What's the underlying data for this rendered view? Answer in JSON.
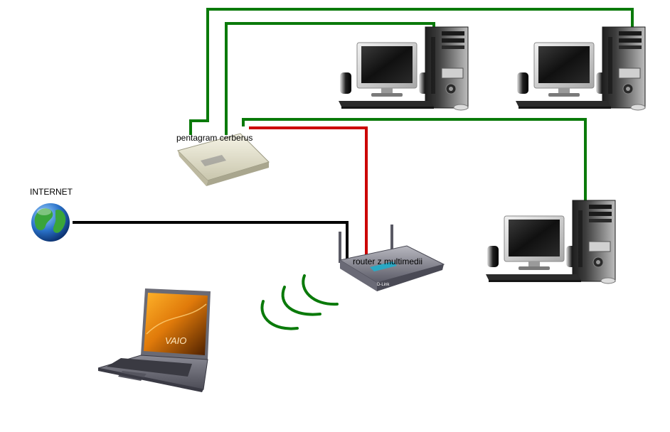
{
  "diagram": {
    "nodes": {
      "internet": {
        "label": "INTERNET",
        "icon": "globe-icon"
      },
      "firewall": {
        "label": "pentagram cerberus",
        "icon": "modem-icon"
      },
      "router": {
        "label": "router z multimedii",
        "icon": "wireless-router-icon"
      },
      "laptop": {
        "label": "",
        "icon": "laptop-icon",
        "brand": "VAIO"
      },
      "desktop_1": {
        "label": "",
        "icon": "desktop-computer-icon"
      },
      "desktop_2": {
        "label": "",
        "icon": "desktop-computer-icon"
      },
      "desktop_3": {
        "label": "",
        "icon": "desktop-computer-icon"
      }
    },
    "links": [
      {
        "from": "internet",
        "to": "router",
        "color": "#000000"
      },
      {
        "from": "firewall",
        "to": "router",
        "color": "#cc0000"
      },
      {
        "from": "firewall",
        "to": "desktop_1",
        "color": "#008000"
      },
      {
        "from": "firewall",
        "to": "desktop_2",
        "color": "#008000"
      },
      {
        "from": "firewall",
        "to": "desktop_3",
        "color": "#008000"
      },
      {
        "from": "router",
        "to": "laptop",
        "color": "#008000",
        "kind": "wireless"
      }
    ],
    "colors": {
      "cable_lan": "#008000",
      "cable_red": "#cc0000",
      "cable_wan": "#000000"
    }
  }
}
